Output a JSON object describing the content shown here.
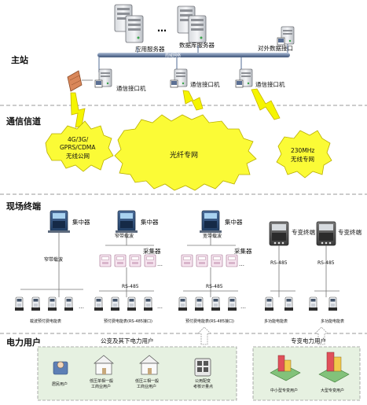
{
  "sections": {
    "master_station": "主站",
    "comm_channel": "通信信道",
    "field_terminal": "现场终端",
    "power_users": "电力用户"
  },
  "servers": {
    "app_server": "应用服务器",
    "db_server": "数据库服务器",
    "ellipsis": "…",
    "external_interface": "对外数据接口",
    "bus_label": "局域网络"
  },
  "comm_interfaces": {
    "left": "通信接口机",
    "middle": "通信接口机",
    "right": "通信接口机"
  },
  "channels": {
    "wireless_public_line1": "4G/3G/",
    "wireless_public_line2": "GPRS/CDMA",
    "wireless_public_line3": "无线公网",
    "fiber": "光纤专网",
    "private_230_line1": "230MHz",
    "private_230_line2": "无线专网"
  },
  "terminals": {
    "concentrator1": "集中器",
    "narrowband": "窄带载波",
    "concentrator2": "集中器",
    "narrowband2": "窄带载波",
    "collector1": "采集器",
    "concentrator3": "集中器",
    "broadband": "宽带载波",
    "collector2": "采集器",
    "special_terminal1": "专变终端",
    "special_terminal2": "专变终端",
    "rs485_a": "RS-485",
    "rs485_b": "RS-485",
    "rs485_c": "RS-485",
    "rs485_d": "RS-485"
  },
  "meters": {
    "g1": "载波预付费电能表",
    "g2": "预付费电能表(RS-485接口)",
    "g3": "预付费电能表(RS-485接口)",
    "g4": "多功能电能表",
    "g5": "多功能电能表"
  },
  "users": {
    "public_title": "公变及其下电力用户",
    "special_title": "专变电力用户",
    "resident": "居民用户",
    "lowv_single_1": "低压单相一般",
    "lowv_single_2": "工商业用户",
    "lowv_three_1": "低压三相一般",
    "lowv_three_2": "工商业用户",
    "public_meter_1": "公用配变",
    "public_meter_2": "考核计量点",
    "small_mid": "中小型专变用户",
    "large": "大型专变用户"
  },
  "colors": {
    "bolt_fill": "#f5f500",
    "bolt_stroke": "#c8b400",
    "cloud_fill": "#fbfb36",
    "user_bg": "#e6f1e1",
    "section_line": "#999999"
  }
}
